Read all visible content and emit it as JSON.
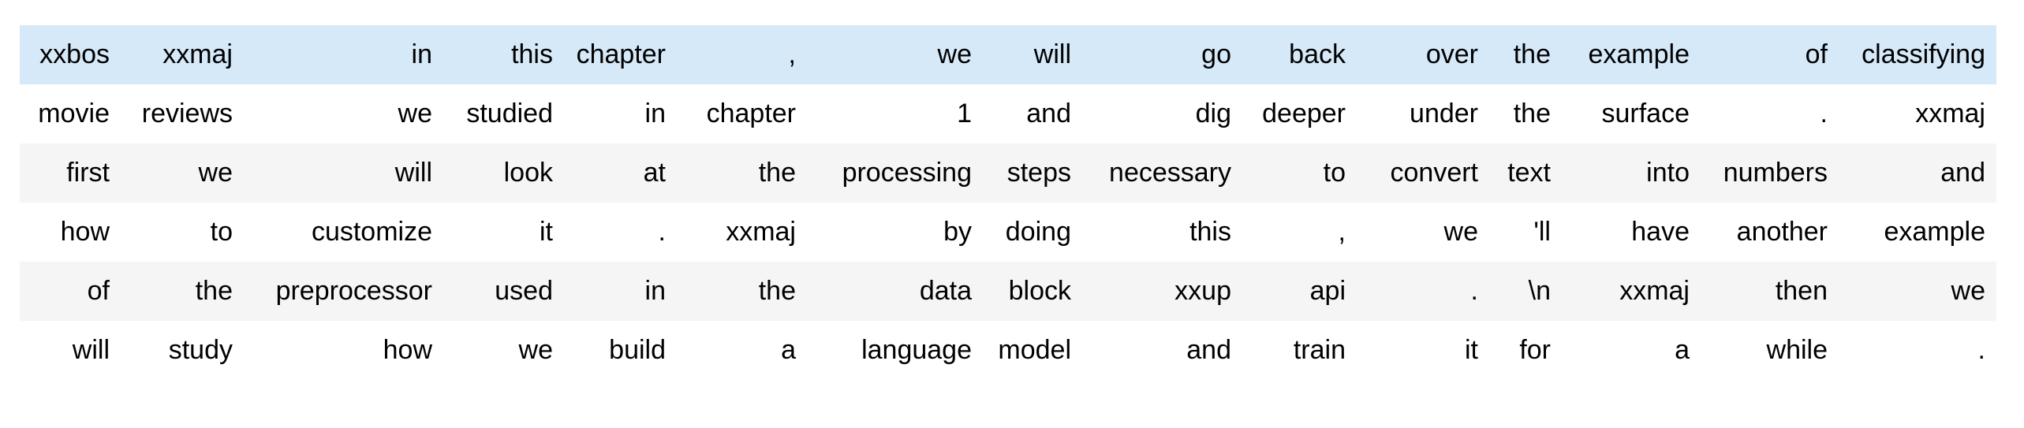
{
  "table": {
    "description": "tokenized-text-dataframe-output",
    "num_columns": 15,
    "num_rows": 6,
    "rows": [
      {
        "highlight": true,
        "striped": false,
        "tokens": [
          "xxbos",
          "xxmaj",
          "in",
          "this",
          "chapter",
          ",",
          "we",
          "will",
          "go",
          "back",
          "over",
          "the",
          "example",
          "of",
          "classifying"
        ]
      },
      {
        "highlight": false,
        "striped": false,
        "tokens": [
          "movie",
          "reviews",
          "we",
          "studied",
          "in",
          "chapter",
          "1",
          "and",
          "dig",
          "deeper",
          "under",
          "the",
          "surface",
          ".",
          "xxmaj"
        ]
      },
      {
        "highlight": false,
        "striped": true,
        "tokens": [
          "first",
          "we",
          "will",
          "look",
          "at",
          "the",
          "processing",
          "steps",
          "necessary",
          "to",
          "convert",
          "text",
          "into",
          "numbers",
          "and"
        ]
      },
      {
        "highlight": false,
        "striped": false,
        "tokens": [
          "how",
          "to",
          "customize",
          "it",
          ".",
          "xxmaj",
          "by",
          "doing",
          "this",
          ",",
          "we",
          "'ll",
          "have",
          "another",
          "example"
        ]
      },
      {
        "highlight": false,
        "striped": true,
        "tokens": [
          "of",
          "the",
          "preprocessor",
          "used",
          "in",
          "the",
          "data",
          "block",
          "xxup",
          "api",
          ".",
          "\\n",
          "xxmaj",
          "then",
          "we"
        ]
      },
      {
        "highlight": false,
        "striped": false,
        "tokens": [
          "will",
          "study",
          "how",
          "we",
          "build",
          "a",
          "language",
          "model",
          "and",
          "train",
          "it",
          "for",
          "a",
          "while",
          "."
        ]
      }
    ]
  },
  "colors": {
    "highlight_row_bg": "#d6e9f8",
    "stripe_row_bg": "#f5f5f5",
    "page_bg": "#ffffff",
    "text": "#000000"
  }
}
